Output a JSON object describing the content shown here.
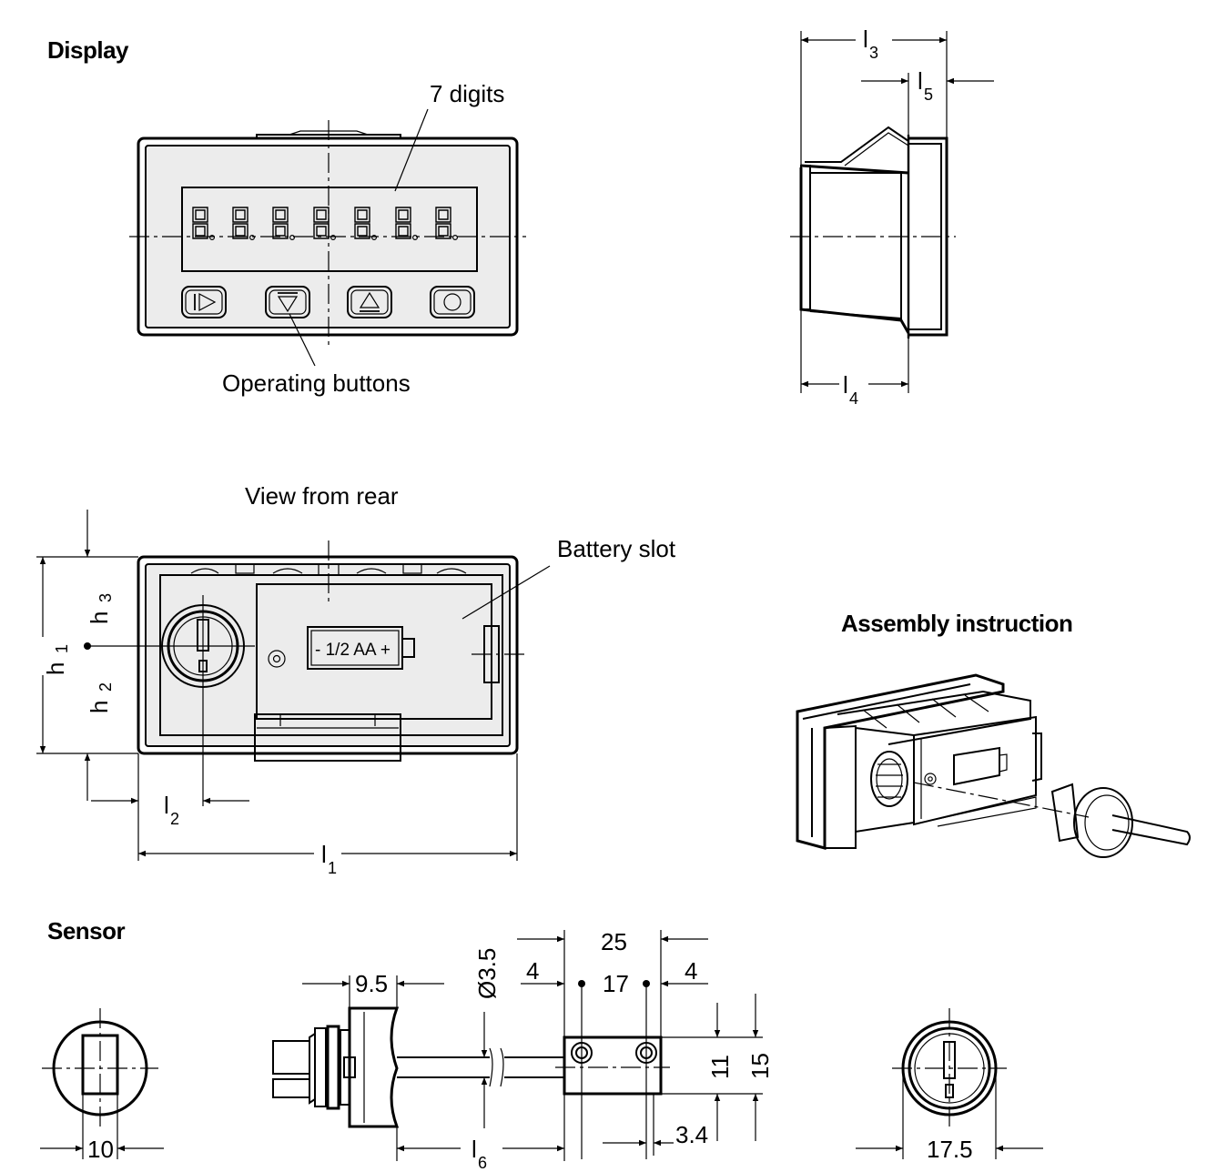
{
  "sections": {
    "display": "Display",
    "rear": "View from rear",
    "assembly": "Assembly instruction",
    "sensor": "Sensor"
  },
  "callouts": {
    "digits": "7 digits",
    "buttons": "Operating buttons",
    "battery_slot": "Battery slot",
    "battery_text": "- 1/2 AA +"
  },
  "dimensions": {
    "l3": {
      "base": "l",
      "sub": "3"
    },
    "l5": {
      "base": "l",
      "sub": "5"
    },
    "l4": {
      "base": "l",
      "sub": "4"
    },
    "h1": {
      "base": "h",
      "sub": "1"
    },
    "h2": {
      "base": "h",
      "sub": "2"
    },
    "h3": {
      "base": "h",
      "sub": "3"
    },
    "l2": {
      "base": "l",
      "sub": "2"
    },
    "l1": {
      "base": "l",
      "sub": "1"
    },
    "l6": {
      "base": "l",
      "sub": "6"
    },
    "sensor_values": {
      "d25": "25",
      "d9_5": "9.5",
      "dia3_5": "Ø3.5",
      "d4_left": "4",
      "d17": "17",
      "d4_right": "4",
      "d11": "11",
      "d15": "15",
      "d3_4": "3.4",
      "d10": "10",
      "d17_5": "17.5"
    }
  },
  "buttons": [
    "next-button-icon",
    "down-button-icon",
    "up-button-icon",
    "circle-button-icon"
  ]
}
